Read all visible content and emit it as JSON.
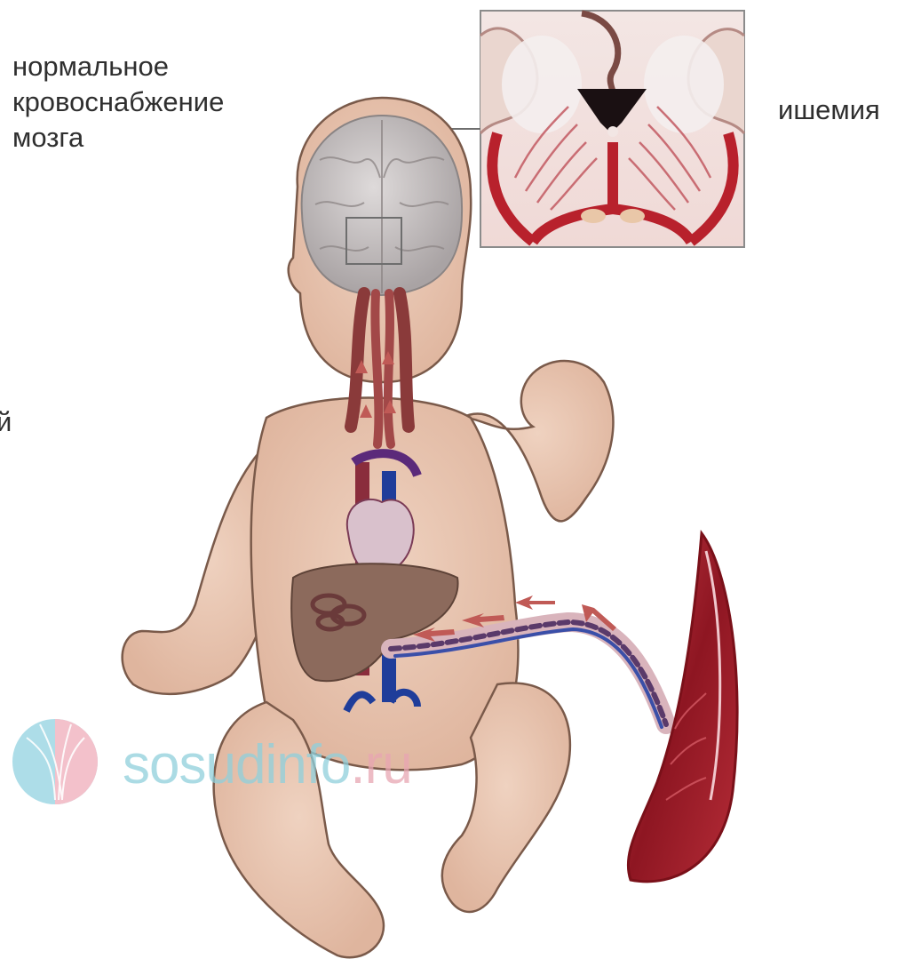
{
  "labels": {
    "normal_flow": [
      "нормальное",
      "кровоснабжение",
      "мозга"
    ],
    "ischemia": "ишемия",
    "cut_left": "й"
  },
  "watermark": {
    "name": "sosudinfo",
    "dot": ".",
    "tld": "ru"
  },
  "colors": {
    "skin": "#e8c5b0",
    "skin_outline": "#7a5a4a",
    "brain": "#c9c4c4",
    "artery": "#b8212c",
    "vein": "#1f3d9a",
    "liver": "#8c6a5c",
    "placenta": "#9e1e2a",
    "watermark_blue": "#8fd0dc",
    "watermark_pink": "#e8a6b2"
  }
}
